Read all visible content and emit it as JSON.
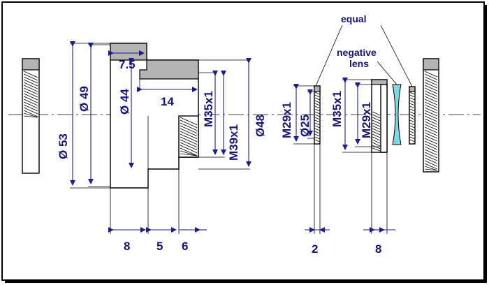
{
  "labels": {
    "d53": "Ø 53",
    "d49": "Ø 49",
    "d44": "Ø 44",
    "l75": "7.5",
    "l14": "14",
    "m35a": "M35x1",
    "m39": "M39x1",
    "d48": "Ø48",
    "m29a": "M29x1",
    "d25": "Ø25",
    "m35b": "M35x1",
    "m29b": "M29x1",
    "equal": "equal",
    "negative": "negative",
    "lens": "lens",
    "w8a": "8",
    "w5": "5",
    "w6": "6",
    "w2": "2",
    "w8b": "8"
  },
  "colors": {
    "label": "#14147a",
    "lens": "#7fd8e4",
    "metal_cap": "#b4b4b4"
  }
}
